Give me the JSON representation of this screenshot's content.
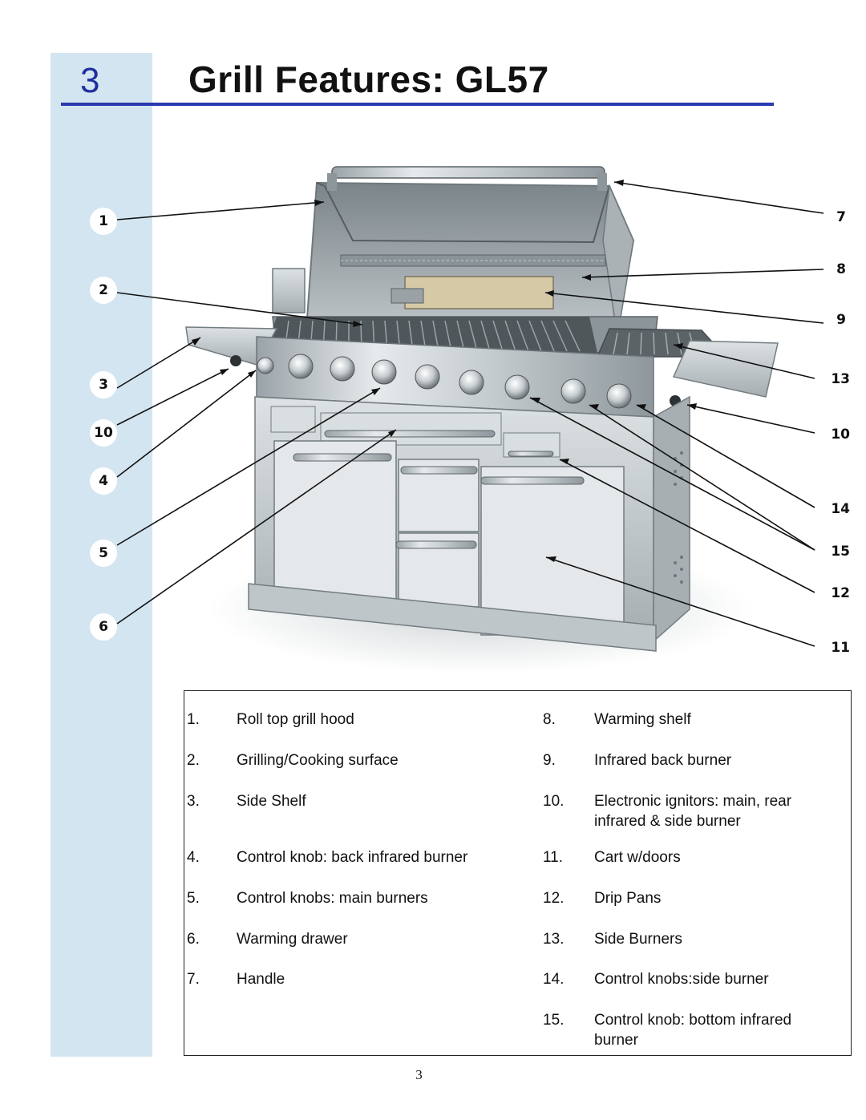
{
  "header": {
    "section_number": "3",
    "title": "Grill Features: GL57"
  },
  "callouts_left": [
    "1",
    "2",
    "3",
    "10",
    "4",
    "5",
    "6"
  ],
  "callouts_right": [
    "7",
    "8",
    "9",
    "13",
    "10",
    "14",
    "15",
    "12",
    "11"
  ],
  "legend": {
    "left": [
      {
        "num": "1.",
        "text": "Roll top grill hood"
      },
      {
        "num": "2.",
        "text": "Grilling/Cooking surface"
      },
      {
        "num": "3.",
        "text": "Side Shelf"
      },
      {
        "num": "4.",
        "text": "Control knob: back infrared burner"
      },
      {
        "num": "5.",
        "text": "Control knobs: main burners"
      },
      {
        "num": "6.",
        "text": "Warming drawer"
      },
      {
        "num": "7.",
        "text": "Handle"
      }
    ],
    "right": [
      {
        "num": "8.",
        "text": "Warming shelf"
      },
      {
        "num": "9.",
        "text": "Infrared back burner"
      },
      {
        "num": "10.",
        "text": "Electronic ignitors: main, rear infrared  & side burner"
      },
      {
        "num": "11.",
        "text": "Cart w/doors"
      },
      {
        "num": "12.",
        "text": "Drip Pans"
      },
      {
        "num": "13.",
        "text": "Side Burners"
      },
      {
        "num": "14.",
        "text": "Control knobs:side burner"
      },
      {
        "num": "15.",
        "text": "Control knob: bottom infrared burner"
      }
    ]
  },
  "footer": {
    "page_number": "3"
  },
  "colors": {
    "accent_blue": "#2a3ab0",
    "band": "#d3e5f0"
  }
}
